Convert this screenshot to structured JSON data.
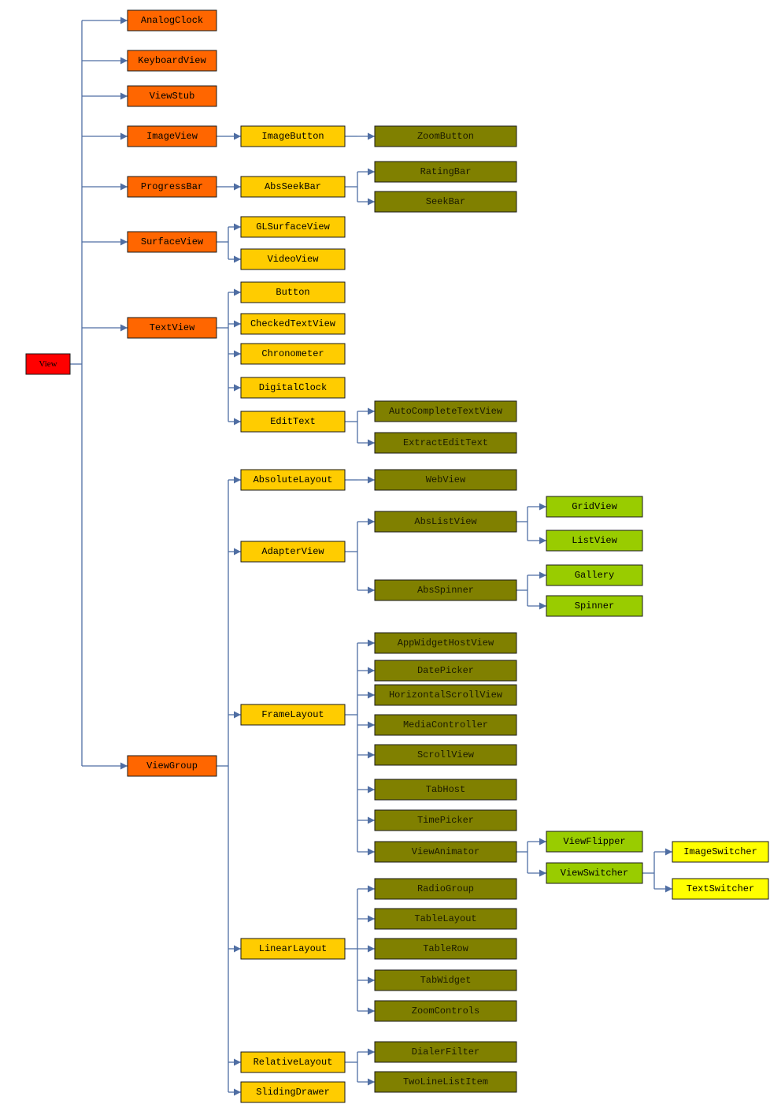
{
  "colors": {
    "edge": "#4f6ea3",
    "level0_fill": "#ff0000",
    "level1_fill": "#ff6600",
    "level2_fill": "#ffcc00",
    "level3_fill": "#808000",
    "level4_fill": "#99cc00",
    "level5_fill": "#ffff00",
    "level0_text": "#000000",
    "level1_text": "#000000",
    "level2_text": "#000000",
    "level3_text": "#1a1a00",
    "level4_text": "#000000",
    "level5_text": "#000000"
  },
  "tree": {
    "label": "View",
    "children": [
      {
        "label": "AnalogClock"
      },
      {
        "label": "KeyboardView"
      },
      {
        "label": "ViewStub"
      },
      {
        "label": "ImageView",
        "children": [
          {
            "label": "ImageButton",
            "children": [
              {
                "label": "ZoomButton"
              }
            ]
          }
        ]
      },
      {
        "label": "ProgressBar",
        "children": [
          {
            "label": "AbsSeekBar",
            "children": [
              {
                "label": "RatingBar"
              },
              {
                "label": "SeekBar"
              }
            ]
          }
        ]
      },
      {
        "label": "SurfaceView",
        "children": [
          {
            "label": "GLSurfaceView"
          },
          {
            "label": "VideoView"
          }
        ]
      },
      {
        "label": "TextView",
        "children": [
          {
            "label": "Button"
          },
          {
            "label": "CheckedTextView"
          },
          {
            "label": "Chronometer"
          },
          {
            "label": "DigitalClock"
          },
          {
            "label": "EditText",
            "children": [
              {
                "label": "AutoCompleteTextView"
              },
              {
                "label": "ExtractEditText"
              }
            ]
          }
        ]
      },
      {
        "label": "ViewGroup",
        "children": [
          {
            "label": "AbsoluteLayout",
            "children": [
              {
                "label": "WebView"
              }
            ]
          },
          {
            "label": "AdapterView",
            "children": [
              {
                "label": "AbsListView",
                "children": [
                  {
                    "label": "GridView"
                  },
                  {
                    "label": "ListView"
                  }
                ]
              },
              {
                "label": "AbsSpinner",
                "children": [
                  {
                    "label": "Gallery"
                  },
                  {
                    "label": "Spinner"
                  }
                ]
              }
            ]
          },
          {
            "label": "FrameLayout",
            "children": [
              {
                "label": "AppWidgetHostView"
              },
              {
                "label": "DatePicker"
              },
              {
                "label": "HorizontalScrollView"
              },
              {
                "label": "MediaController"
              },
              {
                "label": "ScrollView"
              },
              {
                "label": "TabHost"
              },
              {
                "label": "TimePicker"
              },
              {
                "label": "ViewAnimator",
                "children": [
                  {
                    "label": "ViewFlipper"
                  },
                  {
                    "label": "ViewSwitcher",
                    "children": [
                      {
                        "label": "ImageSwitcher"
                      },
                      {
                        "label": "TextSwitcher"
                      }
                    ]
                  }
                ]
              }
            ]
          },
          {
            "label": "LinearLayout",
            "children": [
              {
                "label": "RadioGroup"
              },
              {
                "label": "TableLayout"
              },
              {
                "label": "TableRow"
              },
              {
                "label": "TabWidget"
              },
              {
                "label": "ZoomControls"
              }
            ]
          },
          {
            "label": "RelativeLayout",
            "children": [
              {
                "label": "DialerFilter"
              },
              {
                "label": "TwoLineListItem"
              }
            ]
          },
          {
            "label": "SlidingDrawer"
          }
        ]
      }
    ]
  }
}
